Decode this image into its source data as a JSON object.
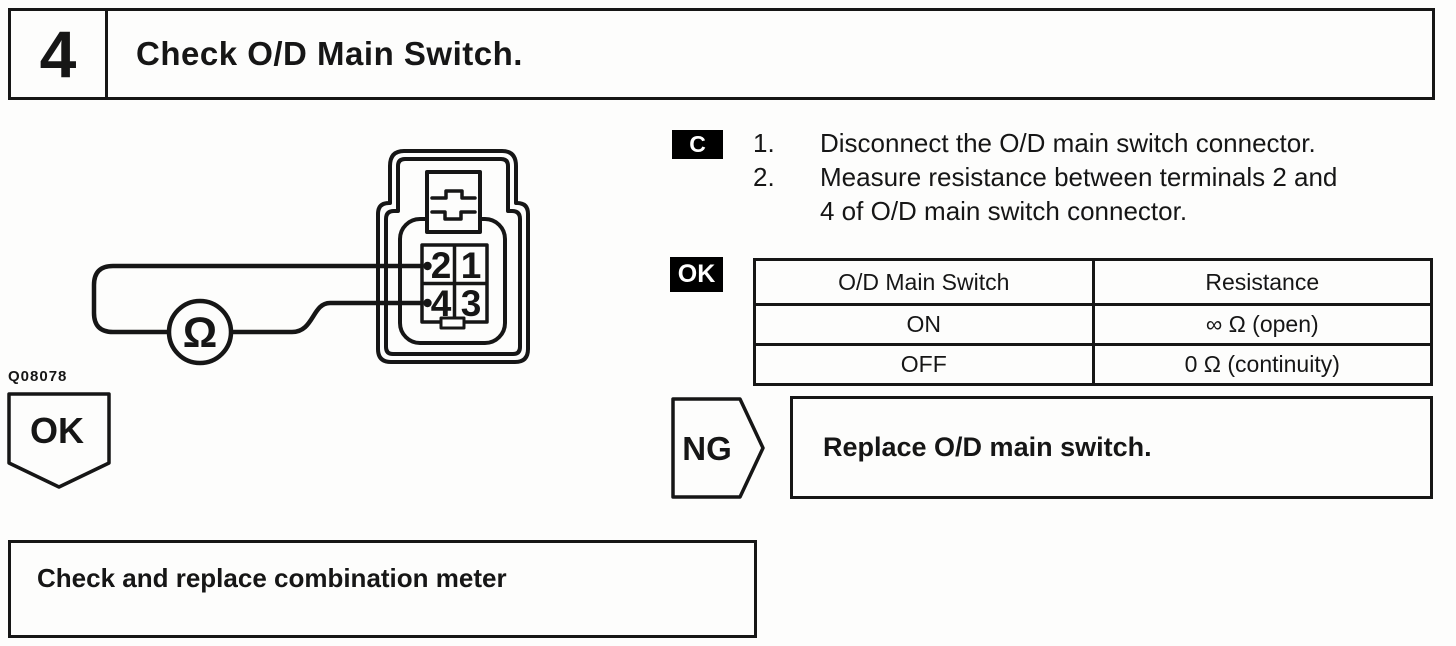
{
  "header": {
    "step_number": "4",
    "title": "Check O/D Main Switch."
  },
  "diagram": {
    "figure_code": "Q08078",
    "meter_symbol": "Ω",
    "terminal_numbers": [
      "2",
      "1",
      "4",
      "3"
    ]
  },
  "instructions": {
    "badge": "C",
    "items": [
      {
        "number": "1.",
        "lines": [
          "Disconnect the O/D main switch connector."
        ]
      },
      {
        "number": "2.",
        "lines": [
          "Measure resistance between terminals 2 and",
          "4 of O/D main switch connector."
        ]
      }
    ]
  },
  "result_table": {
    "badge": "OK",
    "headers": [
      "O/D Main Switch",
      "Resistance"
    ],
    "rows": [
      [
        "ON",
        "∞ Ω (open)"
      ],
      [
        "OFF",
        "0 Ω (continuity)"
      ]
    ]
  },
  "flow": {
    "ok_label": "OK",
    "ng_label": "NG",
    "ng_action": "Replace O/D main switch.",
    "next_action": "Check and replace combination meter"
  },
  "colors": {
    "ink": "#161616",
    "paper": "#fdfdfc",
    "badge_bg": "#000000",
    "badge_fg": "#ffffff"
  }
}
